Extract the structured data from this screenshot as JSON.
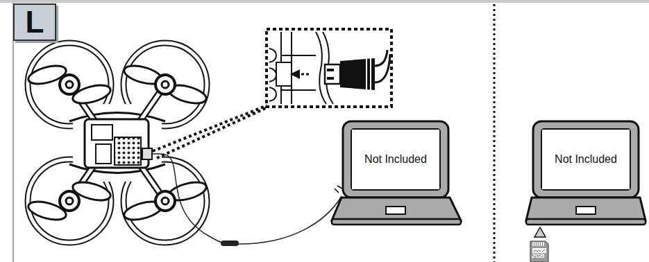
{
  "diagram": {
    "nodes": [
      {
        "text": [
          "L"
        ]
      },
      {
        "text": [
          "Not Included"
        ]
      },
      {
        "text": [
          "Not Included"
        ]
      }
    ],
    "labels": [
      "2GB"
    ]
  }
}
